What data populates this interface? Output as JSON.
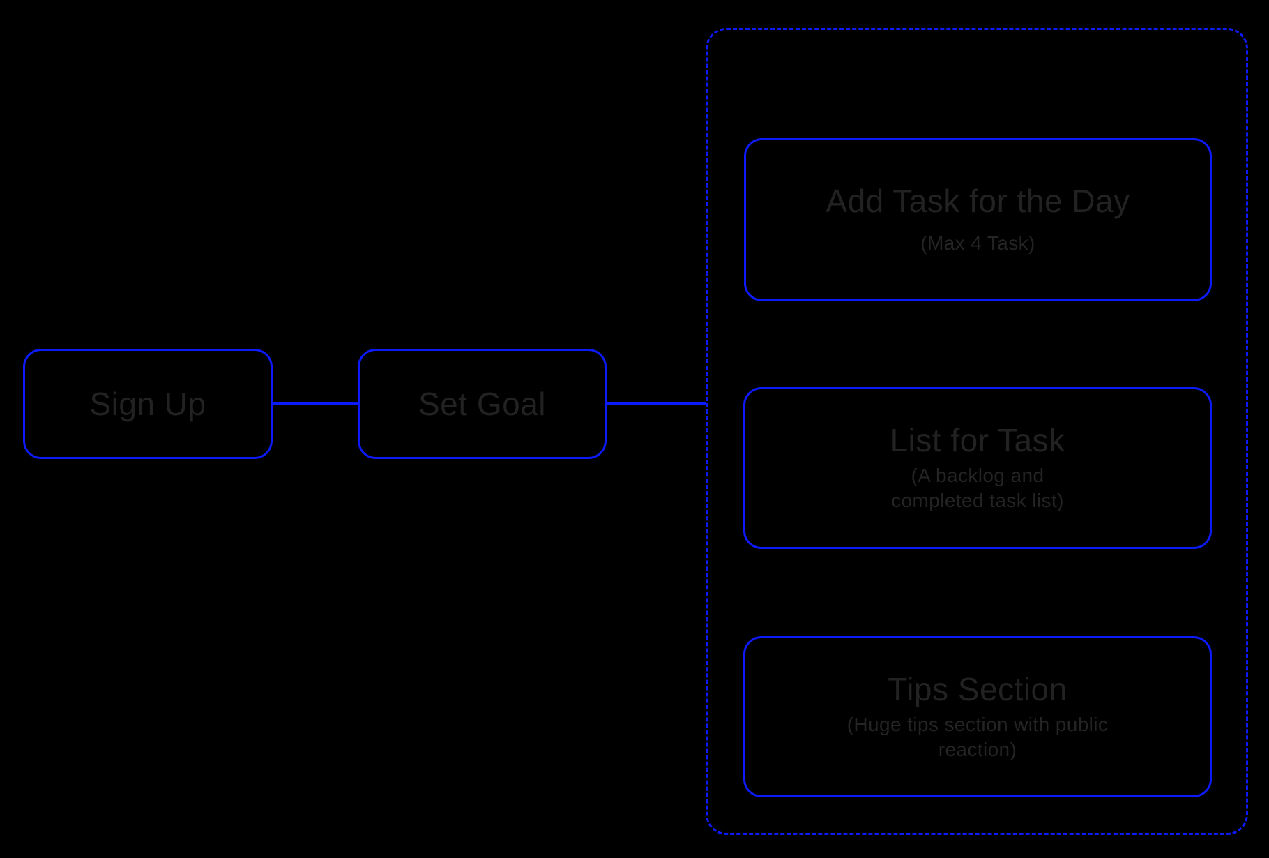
{
  "diagram": {
    "background_color": "#000000",
    "line_color": "#0d1bfa",
    "text_color": "#222222",
    "nodes": {
      "sign_up": {
        "label": "Sign Up"
      },
      "set_goal": {
        "label": "Set Goal"
      },
      "add_task": {
        "title": "Add Task for the Day",
        "subtitle": "(Max 4 Task)"
      },
      "list_for_task": {
        "title": "List for Task",
        "subtitle": "(A backlog and completed task list)"
      },
      "tips_section": {
        "title": "Tips Section",
        "subtitle": "(Huge tips section with public reaction)"
      }
    }
  }
}
